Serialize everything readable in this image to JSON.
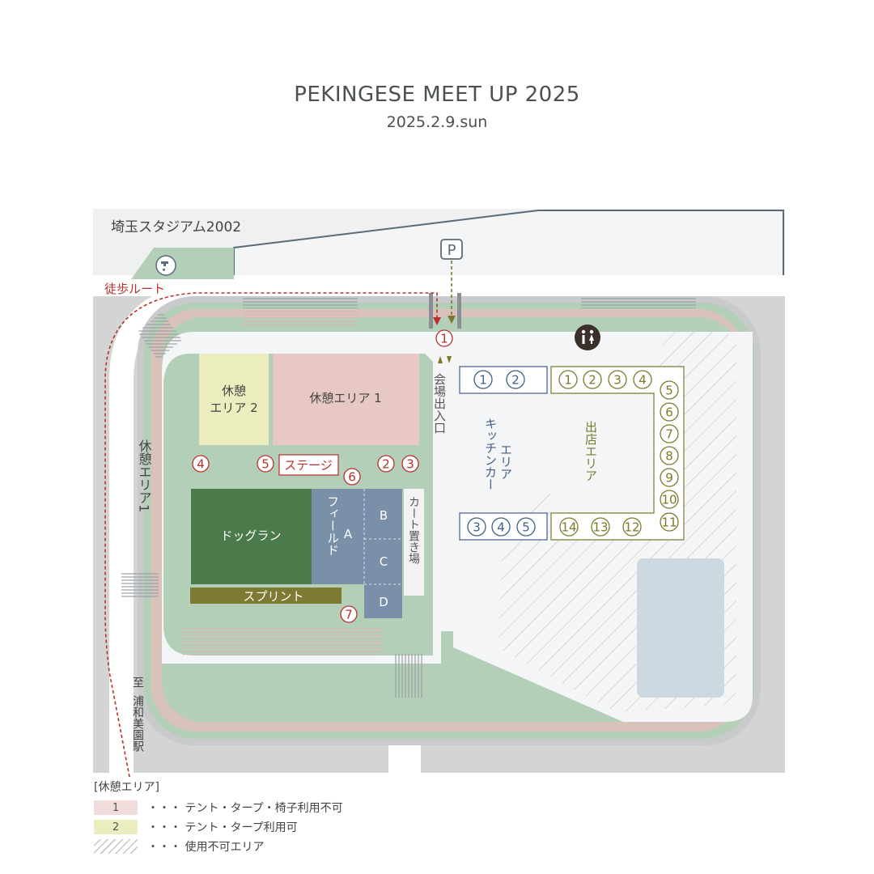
{
  "header": {
    "title": "PEKINGESE MEET UP 2025",
    "date": "2025.2.9.sun"
  },
  "map": {
    "stadium_label": "埼玉スタジアム2002",
    "walking_route_label": "徒歩ルート",
    "station_label": [
      "至",
      "浦和美園駅"
    ],
    "parking_label": "P",
    "entrance_label": "会場出入口",
    "rest_area_1_label": "休憩エリア 1",
    "rest_area_2_label": [
      "休憩",
      "エリア 2"
    ],
    "rest_area_side_label": "休憩エリア1",
    "stage_label": "ステージ",
    "dog_run_label": "ドッグラン",
    "field_label": "フィールド",
    "field_zone_a": "A",
    "field_zone_b": "B",
    "field_zone_c": "C",
    "field_zone_d": "D",
    "cart_area_label": "カート置き場",
    "sprint_label": "スプリント",
    "kitchen_car_label": [
      "エリア",
      "キッチンカー"
    ],
    "vendor_label": "出店エリア",
    "red_markers": [
      "①",
      "②",
      "③",
      "④",
      "⑤",
      "⑥",
      "⑦"
    ],
    "kitchen_markers": [
      "①",
      "②",
      "③",
      "④",
      "⑤"
    ],
    "vendor_markers": [
      "①",
      "②",
      "③",
      "④",
      "⑤",
      "⑥",
      "⑦",
      "⑧",
      "⑨",
      "⑩",
      "⑪",
      "⑫",
      "⑬",
      "⑭"
    ],
    "colors": {
      "red": "#b8302c",
      "blue": "#3f5f86",
      "olive": "#7b7a2c",
      "dog_run": "#4b7a4b",
      "field": "#7a8fa8",
      "grass": "#b3cfb8",
      "rest1": "#e8c8c4",
      "rest2": "#ecedbe"
    }
  },
  "legend": {
    "title": "[休憩エリア]",
    "items": [
      {
        "swatch": "1",
        "text": "・・・ テント・タープ・椅子利用不可",
        "color": "#f0dcda"
      },
      {
        "swatch": "2",
        "text": "・・・ テント・タープ利用可",
        "color": "#ecedbe"
      },
      {
        "swatch": "",
        "text": "・・・ 使用不可エリア",
        "color": "hatch"
      }
    ]
  }
}
